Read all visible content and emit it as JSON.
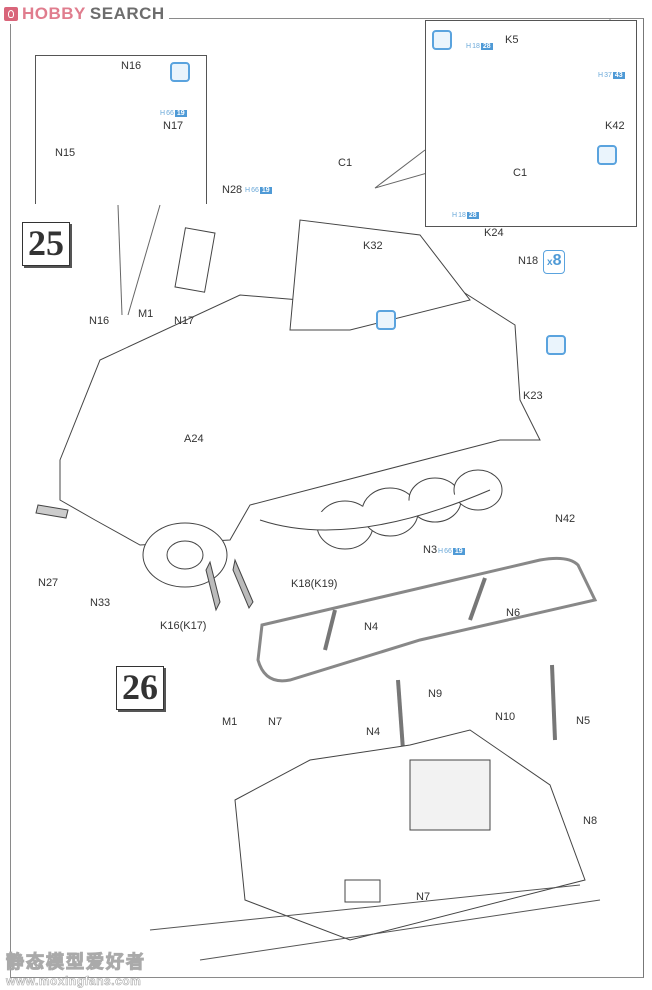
{
  "brand": {
    "hobby": "HOBBY",
    "search": "SEARCH",
    "logo_color": "#e07d8e"
  },
  "steps": {
    "s25": "25",
    "s26": "26"
  },
  "callout_headlight": {
    "labels": {
      "n16": "N16",
      "n15": "N15",
      "n17": "N17"
    },
    "paint_chip": {
      "prefix": "H",
      "code1": "66",
      "code2": "19"
    },
    "icon": "paint-brush-icon"
  },
  "callout_mg": {
    "labels": {
      "k5": "K5",
      "k42": "K42",
      "c1": "C1"
    },
    "paint_chip_left": {
      "prefix": "H",
      "code1": "18",
      "code2": "28"
    },
    "paint_chip_right": {
      "prefix": "H",
      "code1": "37",
      "code2": "43"
    },
    "icons": [
      "paint-brush-icon",
      "dry-brush-icon"
    ]
  },
  "step25_labels": {
    "c1": "C1",
    "n28": "N28",
    "k32": "K32",
    "k24": "K24",
    "n18": "N18",
    "n16": "N16",
    "m1": "M1",
    "n17": "N17",
    "a24": "A24",
    "k23": "K23",
    "n42": "N42",
    "n27": "N27",
    "n33": "N33",
    "k16": "K16(K17)",
    "k18": "K18(K19)"
  },
  "step25_chips": {
    "n28_chip": {
      "prefix": "H",
      "code1": "66",
      "code2": "19"
    },
    "k24_chip": {
      "prefix": "H",
      "code1": "18",
      "code2": "28"
    }
  },
  "quantity_badge": {
    "prefix": "x",
    "count": "8"
  },
  "step26_labels": {
    "n3": "N3",
    "n4a": "N4",
    "n6": "N6",
    "m1": "M1",
    "n7a": "N7",
    "n4b": "N4",
    "n9": "N9",
    "n10": "N10",
    "n5": "N5",
    "n8": "N8",
    "n7b": "N7"
  },
  "step26_chips": {
    "n3_chip": {
      "prefix": "H",
      "code1": "66",
      "code2": "19"
    }
  },
  "watermark": {
    "cn": "静态模型爱好者",
    "url": "www.moxingfans.com"
  }
}
